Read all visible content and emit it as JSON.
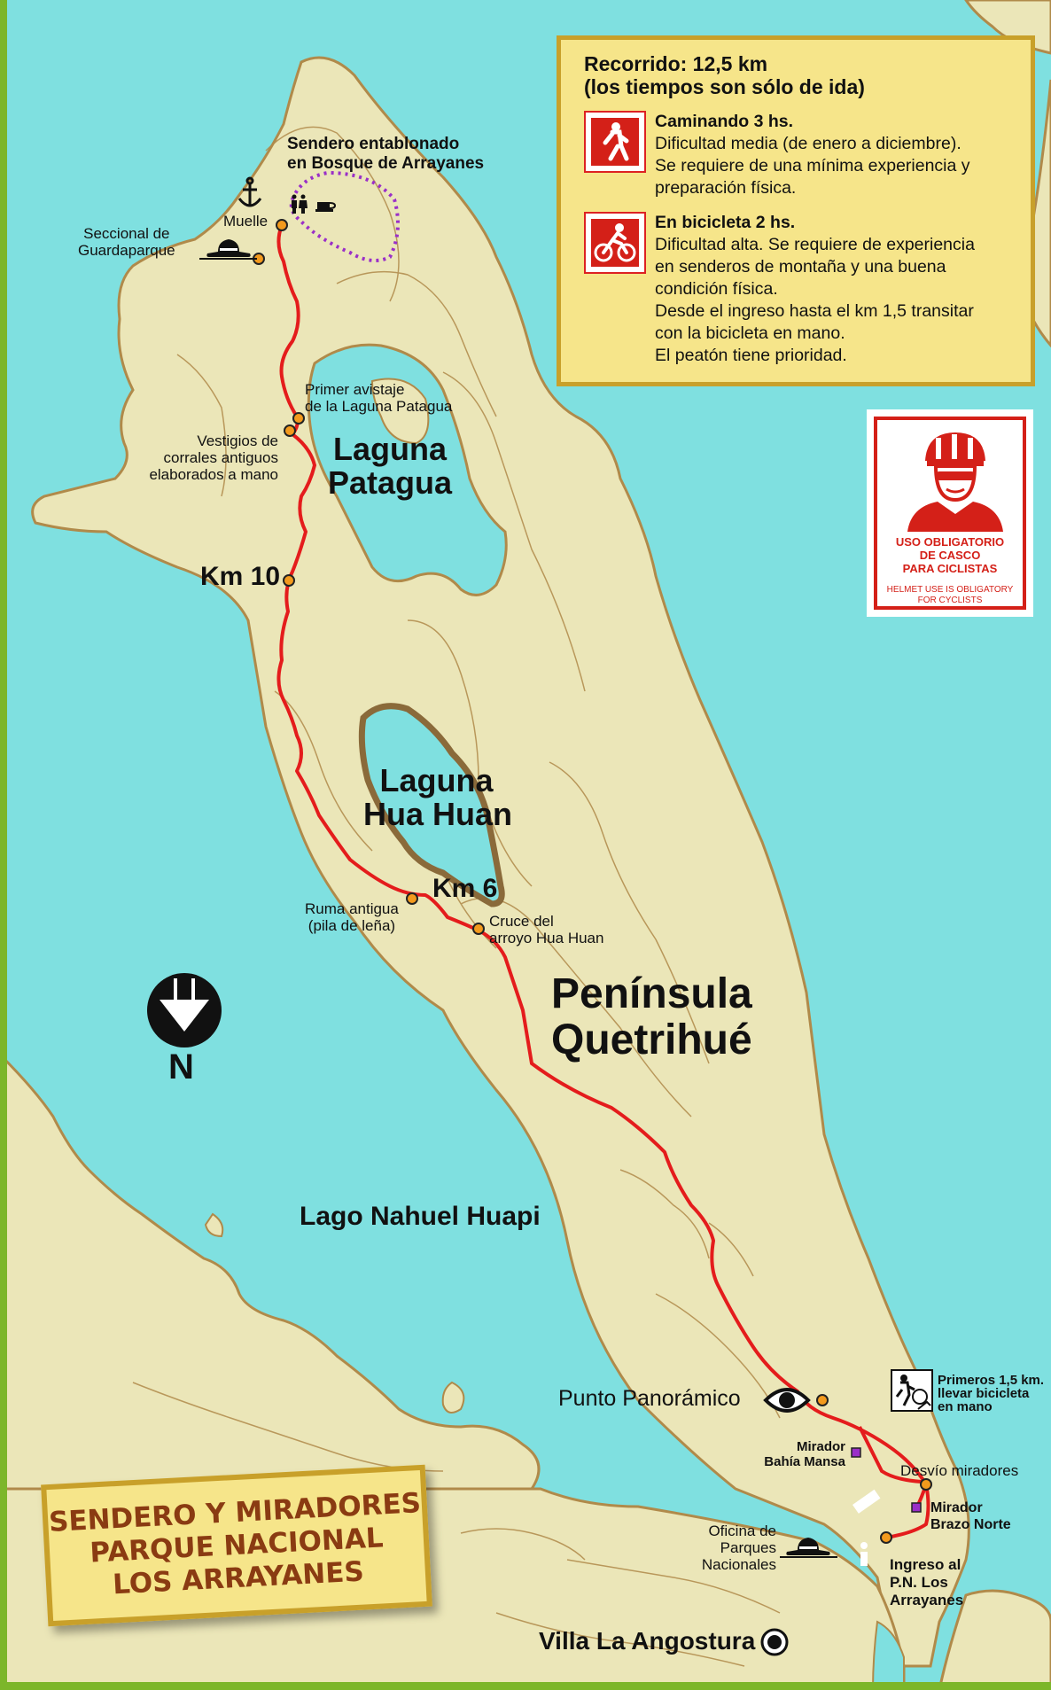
{
  "title": {
    "line1": "SENDERO Y MIRADORES",
    "line2": "PARQUE NACIONAL",
    "line3": "LOS ARRAYANES"
  },
  "info": {
    "header1": "Recorrido: 12,5 km",
    "header2": "(los tiempos son sólo de ida)",
    "walk_title": "Caminando 3 hs.",
    "walk_lines": [
      "Dificultad media (de enero a diciembre).",
      "Se requiere de una mínima experiencia y",
      "preparación física."
    ],
    "bike_title": "En bicicleta 2 hs.",
    "bike_lines": [
      "Dificultad alta. Se requiere de experiencia",
      "en senderos de montaña y una buena",
      "condición física.",
      "Desde el ingreso hasta el km 1,5 transitar",
      "con la bicicleta en mano.",
      "El peatón tiene prioridad."
    ],
    "walk_icon": "hiker-icon",
    "bike_icon": "cyclist-icon"
  },
  "helmet_sign": {
    "es_lines": [
      "USO OBLIGATORIO",
      "DE CASCO",
      "PARA CICLISTAS"
    ],
    "en_lines": [
      "HELMET USE IS OBLIGATORY",
      "FOR CYCLISTS"
    ],
    "color": "#d42018"
  },
  "labels": {
    "sendero_entablonado": [
      "Sendero entablonado",
      "en Bosque de Arrayanes"
    ],
    "muelle": "Muelle",
    "seccional": [
      "Seccional de",
      "Guardaparque"
    ],
    "primer_avistaje": [
      "Primer avistaje",
      "de la Laguna Patagua"
    ],
    "vestigios": [
      "Vestigios de",
      "corrales antiguos",
      "elaborados a mano"
    ],
    "laguna_patagua": [
      "Laguna",
      "Patagua"
    ],
    "km10": "Km 10",
    "laguna_hua_huan": [
      "Laguna",
      "Hua Huan"
    ],
    "km6": "Km 6",
    "ruma": [
      "Ruma antigua",
      "(pila de leña)"
    ],
    "cruce": [
      "Cruce del",
      "arroyo Hua Huan"
    ],
    "peninsula": [
      "Península",
      "Quetrihué"
    ],
    "north": "N",
    "lago": "Lago Nahuel Huapi",
    "punto_panoramico": "Punto Panorámico",
    "primeros": [
      "Primeros 1,5 km.",
      "llevar bicicleta",
      "en mano"
    ],
    "mirador_bahia": [
      "Mirador",
      "Bahía Mansa"
    ],
    "desvio": "Desvío miradores",
    "mirador_brazo": [
      "Mirador",
      "Brazo Norte"
    ],
    "oficina": [
      "Oficina de",
      "Parques",
      "Nacionales"
    ],
    "ingreso": [
      "Ingreso al",
      "P.N. Los",
      "Arrayanes"
    ],
    "villa": "Villa La Angostura"
  },
  "colors": {
    "water": "#7fe0e0",
    "land": "#ebe6b8",
    "coast": "#b08a4a",
    "trail": "#e41c1c",
    "boardwalk": "#9a2fc8",
    "poi": "#f39a1d",
    "frame": "#7cb62a"
  },
  "icons": {
    "anchor": "anchor-icon",
    "restroom": "restroom-icon",
    "cafe": "cafe-icon",
    "ranger": "ranger-hat-icon",
    "eye": "eye-icon",
    "info": "info-icon",
    "north_arrow": "north-arrow-icon",
    "town": "town-icon",
    "bike_walk": "walk-bike-icon"
  }
}
